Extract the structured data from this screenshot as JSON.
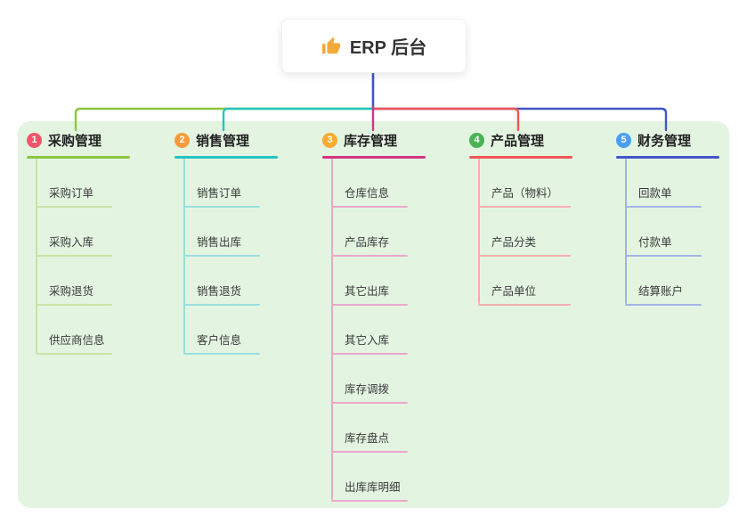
{
  "root_node": {
    "icon": "thumbs-up-icon",
    "label": "ERP 后台"
  },
  "branches": [
    {
      "number": "1",
      "title": "采购管理",
      "badge_color": "#f1556c",
      "line_color": "#8cc63f",
      "child_line_color": "#c9e3a6",
      "children": [
        "采购订单",
        "采购入库",
        "采购退货",
        "供应商信息"
      ]
    },
    {
      "number": "2",
      "title": "销售管理",
      "badge_color": "#fb9b3c",
      "line_color": "#25c4c4",
      "child_line_color": "#9adede",
      "children": [
        "销售订单",
        "销售出库",
        "销售退货",
        "客户信息"
      ]
    },
    {
      "number": "3",
      "title": "库存管理",
      "badge_color": "#fbab33",
      "line_color": "#d63384",
      "child_line_color": "#eba8cd",
      "children": [
        "仓库信息",
        "产品库存",
        "其它出库",
        "其它入库",
        "库存调拨",
        "库存盘点",
        "出库库明细"
      ]
    },
    {
      "number": "4",
      "title": "产品管理",
      "badge_color": "#49b356",
      "line_color": "#f25555",
      "child_line_color": "#f5aeae",
      "children": [
        "产品（物料）",
        "产品分类",
        "产品单位"
      ]
    },
    {
      "number": "5",
      "title": "财务管理",
      "badge_color": "#4a9ff5",
      "line_color": "#4455c8",
      "child_line_color": "#a5b2e6",
      "children": [
        "回款单",
        "付款单",
        "结算账户"
      ]
    }
  ],
  "colors": {
    "canvas_background": "#ffffff",
    "panel_background": "#e3f5e1",
    "root_connector": "#4353c9",
    "icon_color": "#f2a93b"
  }
}
